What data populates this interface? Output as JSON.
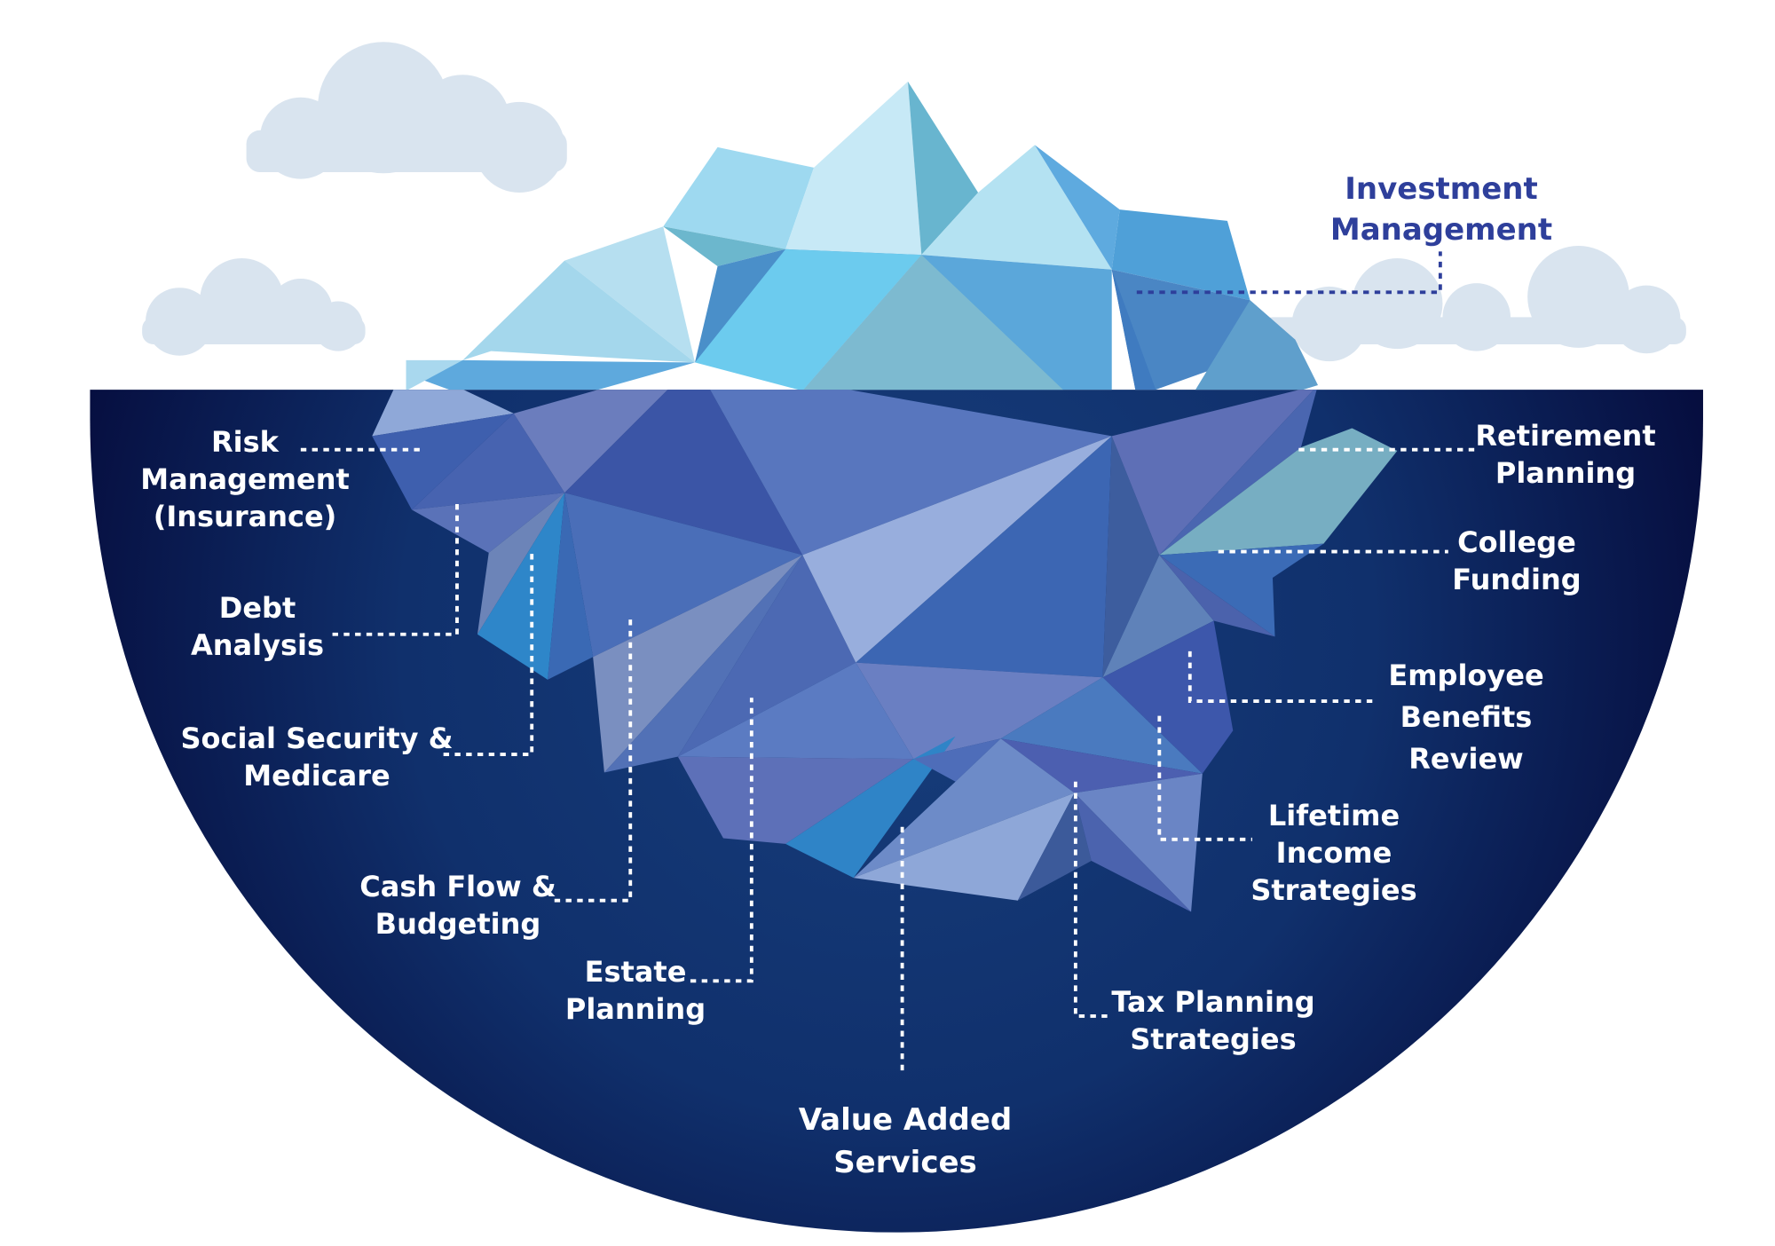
{
  "colors": {
    "sea_edge": "#050a3a",
    "sea_center": "#173e7c",
    "cloud": "#d9e4ef",
    "label_above": "#2e3f9b",
    "label_below": "#ffffff",
    "leader_line": "#ffffff"
  },
  "labels": {
    "investment": [
      "Investment",
      "Management"
    ],
    "risk": [
      "Risk",
      "Management",
      "(Insurance)"
    ],
    "debt": [
      "Debt",
      "Analysis"
    ],
    "social": [
      "Social Security &",
      "Medicare"
    ],
    "cashflow": [
      "Cash Flow &",
      "Budgeting"
    ],
    "estate": [
      "Estate",
      "Planning"
    ],
    "value": [
      "Value Added",
      "Services"
    ],
    "tax": [
      "Tax Planning",
      "Strategies"
    ],
    "lifetime": [
      "Lifetime",
      "Income",
      "Strategies"
    ],
    "employee": [
      "Employee",
      "Benefits",
      "Review"
    ],
    "college": [
      "College",
      "Funding"
    ],
    "retirement": [
      "Retirement",
      "Planning"
    ]
  }
}
